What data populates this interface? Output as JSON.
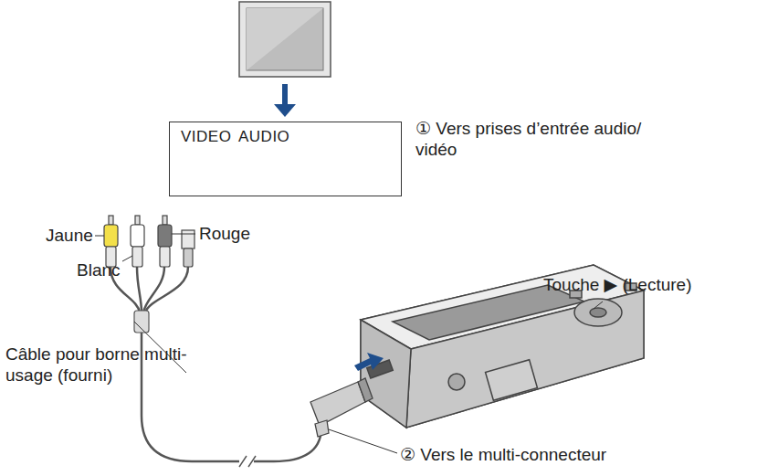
{
  "diagram": {
    "nodes": [
      {
        "text": [
          "VIDEO",
          "AUDIO"
        ]
      }
    ],
    "labels": [
      "Jaune",
      "Blanc",
      "Rouge",
      "① Vers prises d’entrée audio/ vidéo",
      "Touche ▶ (Lecture)",
      "Câble pour borne multi-usage (fourni)",
      "② Vers le multi-connecteur"
    ]
  }
}
